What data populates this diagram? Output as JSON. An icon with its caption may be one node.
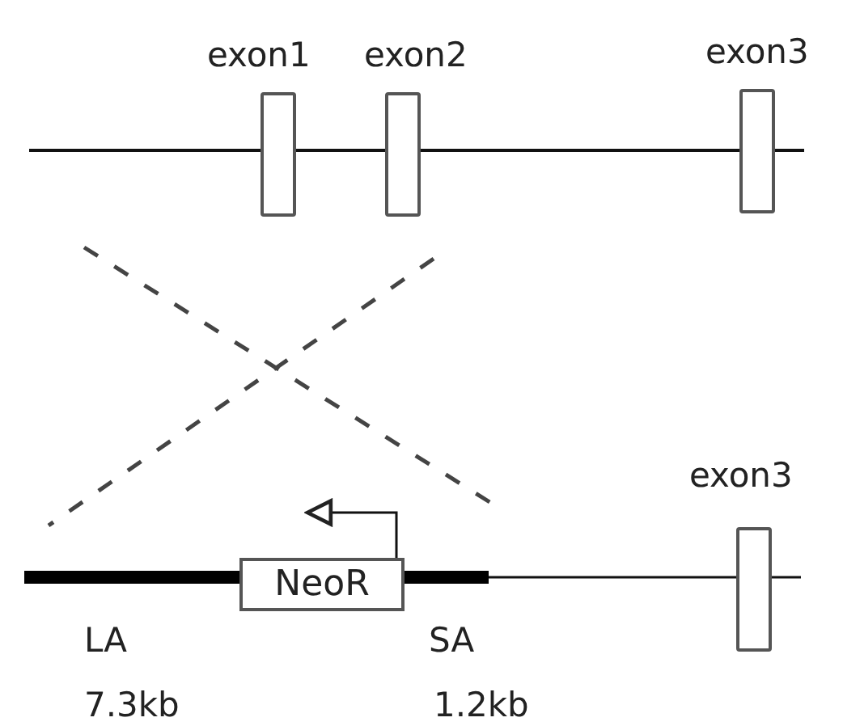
{
  "diagram": {
    "nodes": [
      {
        "text": [
          "exon1"
        ]
      },
      {
        "text": [
          "exon2"
        ]
      },
      {
        "text": [
          "exon3"
        ]
      },
      {
        "text": [
          "NeoR"
        ]
      },
      {
        "text": [
          "exon3"
        ]
      }
    ],
    "labels": [
      "LA",
      "7.3kb",
      "SA",
      "1.2kb"
    ]
  }
}
